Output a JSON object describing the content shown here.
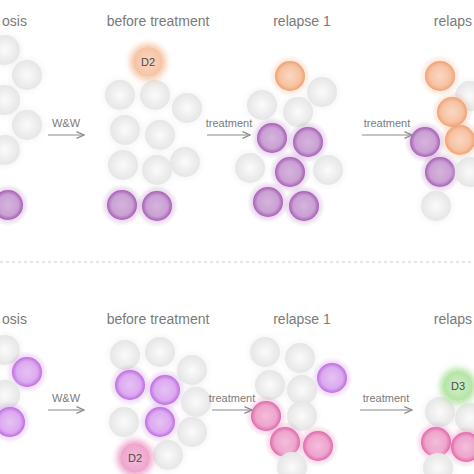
{
  "diagram": {
    "nodes": [
      {
        "text": [
          "D2"
        ]
      },
      {
        "text": [
          "D2"
        ]
      },
      {
        "text": [
          "D3"
        ]
      }
    ],
    "labels": [
      "osis",
      "before treatment",
      "relapse 1",
      "relaps",
      "W&W",
      "treatment",
      "treatment",
      "osis",
      "before treatment",
      "relapse 1",
      "relaps",
      "W&W",
      "treatment",
      "treatment"
    ]
  }
}
